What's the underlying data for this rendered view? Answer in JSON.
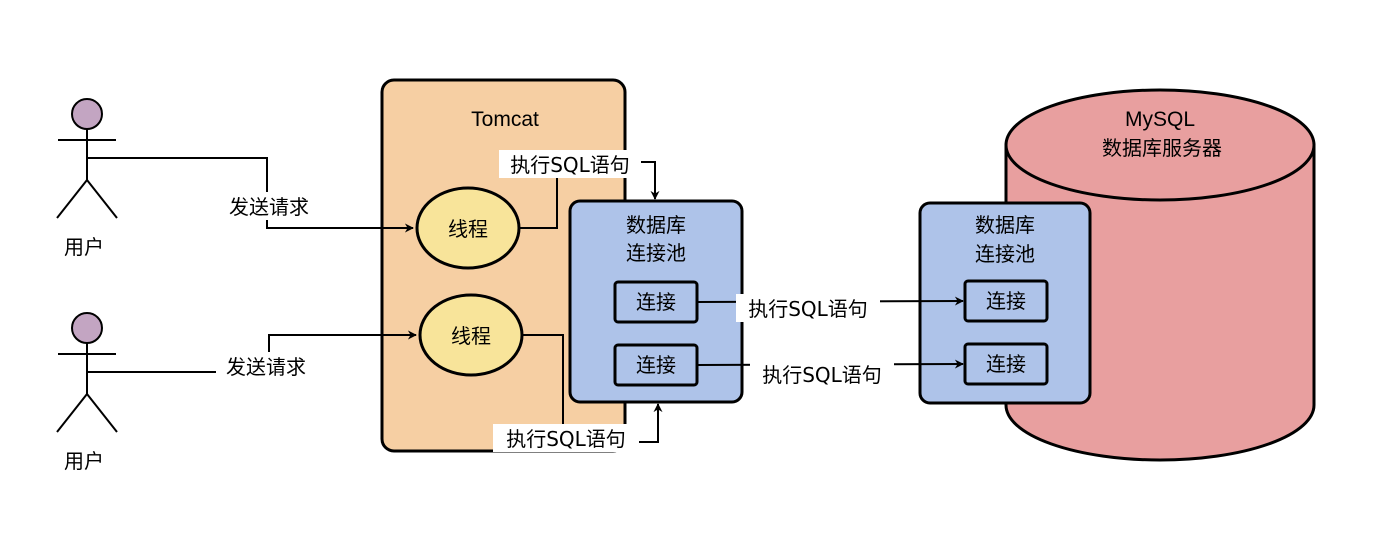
{
  "users": [
    {
      "label": "用户"
    },
    {
      "label": "用户"
    }
  ],
  "tomcat": {
    "title": "Tomcat",
    "threads": [
      "线程",
      "线程"
    ]
  },
  "app_pool": {
    "title_line1": "数据库",
    "title_line2": "连接池",
    "connections": [
      "连接",
      "连接"
    ]
  },
  "mysql": {
    "title_line1": "MySQL",
    "title_line2": "数据库服务器",
    "pool": {
      "title_line1": "数据库",
      "title_line2": "连接池",
      "connections": [
        "连接",
        "连接"
      ]
    }
  },
  "edges": {
    "request_label_1": "发送请求",
    "request_label_2": "发送请求",
    "sql_top": "执行SQL语句",
    "sql_bottom": "执行SQL语句",
    "sql_conn_1": "执行SQL语句",
    "sql_conn_2": "执行SQL语句"
  },
  "colors": {
    "actor_head": "#c3a5c2",
    "tomcat_fill": "#f6cfa3",
    "thread_fill": "#f8e49a",
    "pool_fill": "#aec3e9",
    "mysql_fill": "#e89f9f",
    "connection_fill": "#aec3e9"
  }
}
